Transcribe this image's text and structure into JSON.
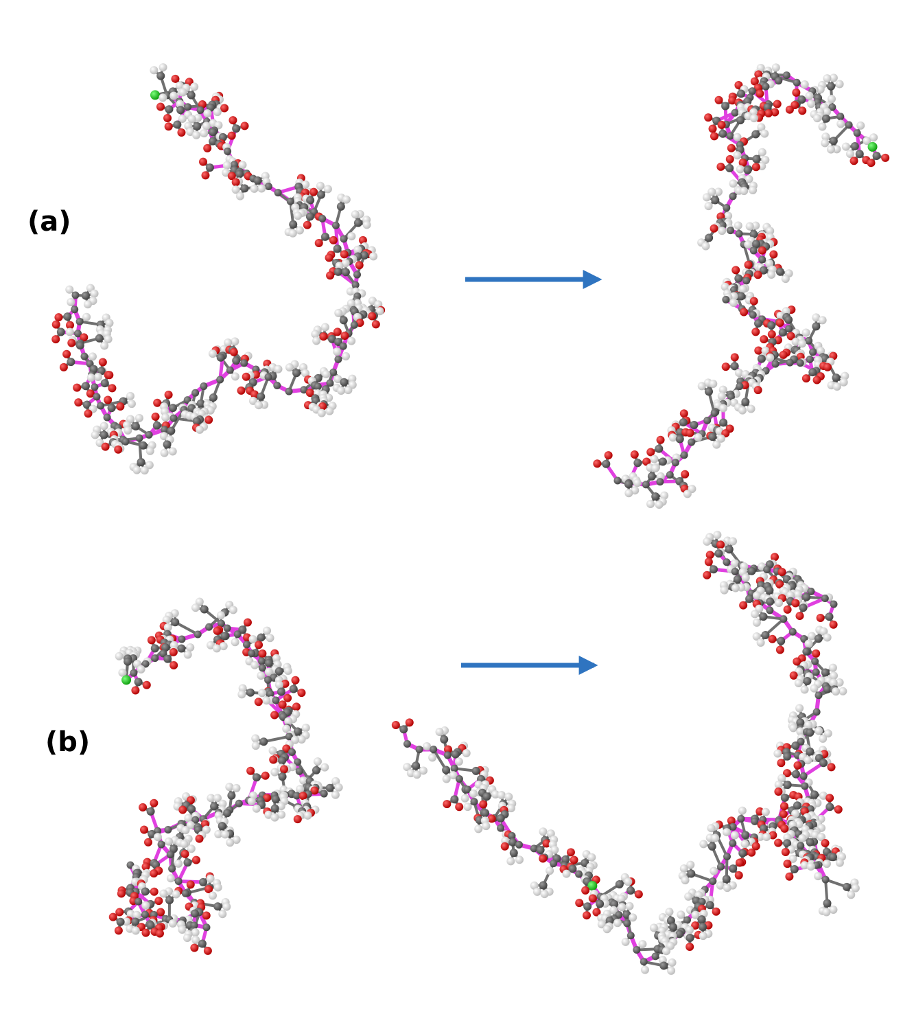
{
  "panels": [
    {
      "label": "(a)",
      "transition": "before-to-after"
    },
    {
      "label": "(b)",
      "transition": "before-to-after"
    }
  ],
  "colors": {
    "background": "#ffffff",
    "backbone_bond": "#e040e0",
    "bond": "#707070",
    "carbon": "#666666",
    "hydrogen": "#f2f2f2",
    "oxygen": "#e01010",
    "nitrogen": "#22cc22",
    "arrow": "#2f74c0",
    "label": "#000000"
  },
  "icons": [
    "ball-and-stick-molecule",
    "right-arrow-icon"
  ]
}
